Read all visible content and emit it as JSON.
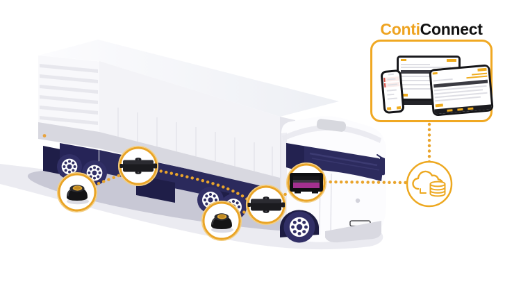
{
  "logo": {
    "conti": "Conti",
    "connect": "Connect"
  },
  "colors": {
    "brand_gold": "#E9A426",
    "logo_orange": "#EEA320",
    "logo_black": "#101010",
    "navy": "#2C2B5E",
    "navy_dark": "#23224E",
    "truck_white": "#F4F4F8",
    "road_gray": "#EBEBF1",
    "shadow_gray": "#C8C8D5",
    "sensor_black": "#141416",
    "sensor_cap_gold": "#E0A633",
    "display_magenta": "#A3308F"
  },
  "diagram": {
    "truck": "semi-truck-with-trailer",
    "highlights": [
      {
        "id": "tire-sensor-trailer",
        "type": "tire-sensor"
      },
      {
        "id": "receiver-trailer",
        "type": "telematics-receiver"
      },
      {
        "id": "tire-sensor-drive-axle",
        "type": "tire-sensor"
      },
      {
        "id": "receiver-tractor",
        "type": "telematics-receiver"
      },
      {
        "id": "display-unit-cab",
        "type": "display-unit"
      }
    ],
    "cloud": {
      "id": "cloud-database",
      "type": "cloud-with-database"
    },
    "platform": {
      "id": "conticonnect-platform",
      "devices": [
        "smartphone",
        "laptop",
        "tablet"
      ]
    }
  }
}
